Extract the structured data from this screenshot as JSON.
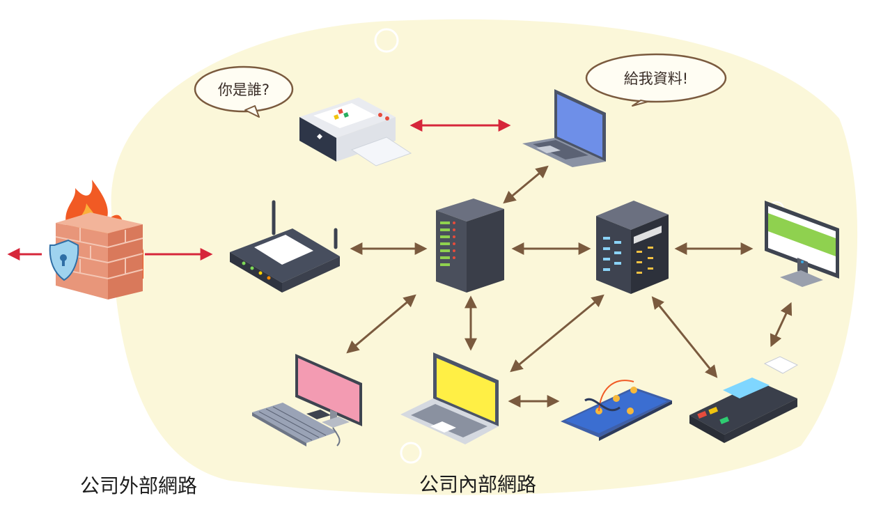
{
  "bubbles": {
    "printer": "你是誰?",
    "laptop": "給我資料!"
  },
  "captions": {
    "external": "公司外部網路",
    "internal": "公司內部網路"
  },
  "colors": {
    "background_blob": "#fbf7d9",
    "connection_arrow": "#7a5a3e",
    "threat_arrow": "#d6263a",
    "bubble_fill": "#fffdf3",
    "bubble_stroke": "#7a5a3e"
  },
  "devices": [
    {
      "id": "firewall",
      "icon": "firewall-icon"
    },
    {
      "id": "router",
      "icon": "router-icon"
    },
    {
      "id": "printer",
      "icon": "printer-icon"
    },
    {
      "id": "laptop-top",
      "icon": "laptop-icon"
    },
    {
      "id": "server-left",
      "icon": "server-icon"
    },
    {
      "id": "server-right",
      "icon": "server-icon"
    },
    {
      "id": "monitor",
      "icon": "monitor-icon"
    },
    {
      "id": "desktop",
      "icon": "desktop-computer-icon"
    },
    {
      "id": "laptop-yellow",
      "icon": "laptop-icon"
    },
    {
      "id": "smartphone",
      "icon": "smartphone-icon"
    },
    {
      "id": "pos-terminal",
      "icon": "card-terminal-icon"
    }
  ]
}
